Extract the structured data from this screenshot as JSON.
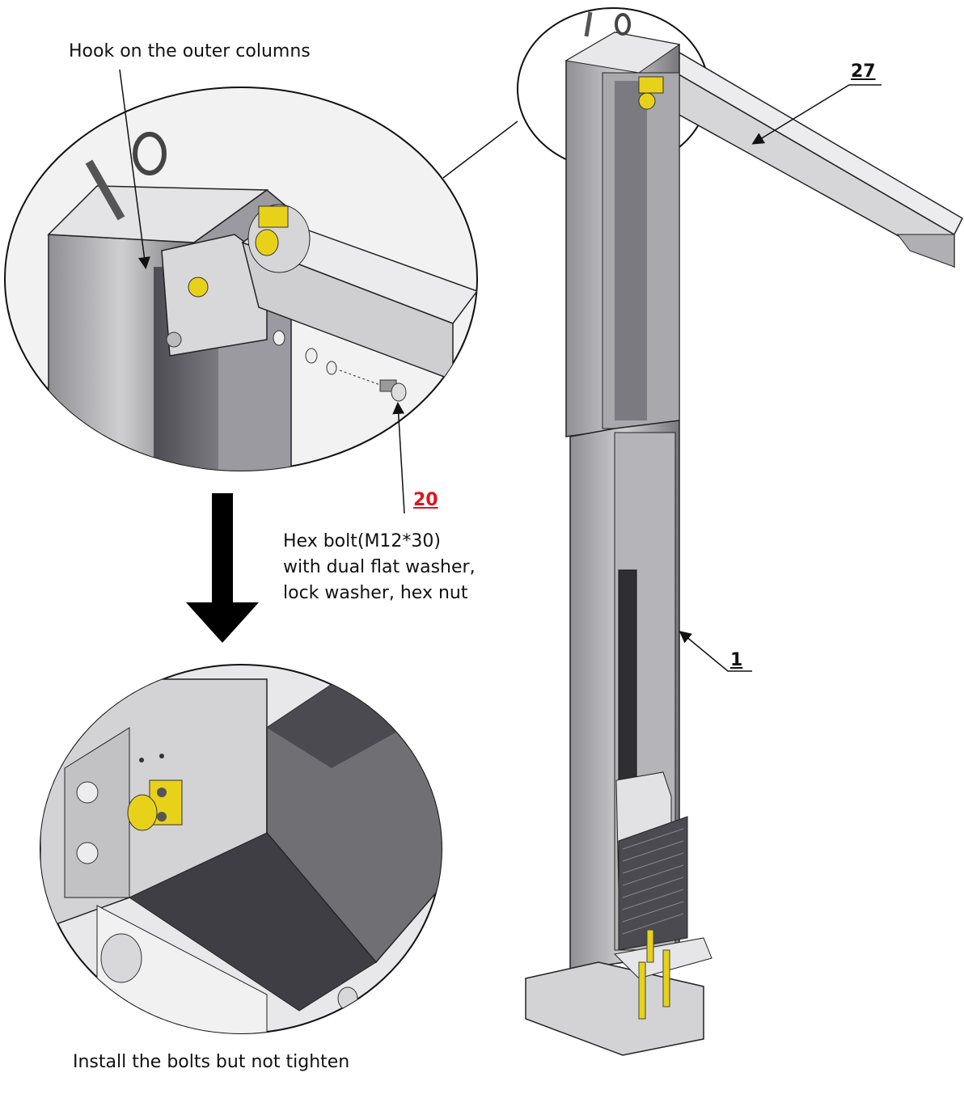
{
  "callouts": {
    "hook": "Hook on the outer columns",
    "part_20": "20",
    "part_27": "27",
    "part_1": "1",
    "bolt_desc_line1": "Hex bolt(M12*30)",
    "bolt_desc_line2": "with dual flat washer,",
    "bolt_desc_line3": "lock washer, hex nut",
    "bottom_note": "Install the bolts but not tighten"
  },
  "colors": {
    "steel_light": "#c9c9cb",
    "steel_mid": "#9c9ca0",
    "steel_dark": "#5c5c60",
    "accent_yellow": "#e8d219",
    "part20_red": "#e0141c",
    "outline": "#222222"
  }
}
